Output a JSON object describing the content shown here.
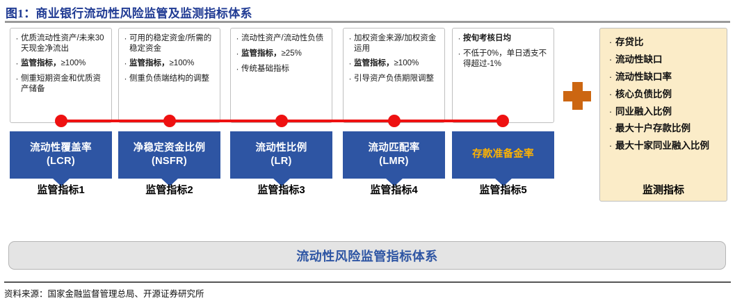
{
  "figure": {
    "title": "图1：商业银行流动性风险监管及监测指标体系",
    "source": "资料来源：国家金融监督管理总局、开源证券研究所"
  },
  "colors": {
    "title_navy": "#1F3A93",
    "metric_blue": "#2E55A3",
    "accent_yellow": "#FFB300",
    "connector_red": "#EE1111",
    "plus_orange": "#CC6611",
    "monitor_cream": "#FBECC8",
    "banner_gray": "#E4E4E4"
  },
  "columns": [
    {
      "label": "监管指标1",
      "metric_name": "流动性覆盖率",
      "metric_abbr": "(LCR)",
      "highlight": false,
      "bullets": [
        {
          "text": "优质流动性资产/未来30天现金净流出",
          "bold": false
        },
        {
          "text": "监管指标，≥100%",
          "bold": true,
          "bold_prefix": "监管指标，",
          "rest": "≥100%"
        },
        {
          "text": "侧重短期资金和优质资产储备",
          "bold": false
        }
      ]
    },
    {
      "label": "监管指标2",
      "metric_name": "净稳定资金比例",
      "metric_abbr": "(NSFR)",
      "highlight": false,
      "bullets": [
        {
          "text": "可用的稳定资金/所需的稳定资金",
          "bold": false
        },
        {
          "text": "监管指标，≥100%",
          "bold": true,
          "bold_prefix": "监管指标，",
          "rest": "≥100%"
        },
        {
          "text": "侧重负债端结构的调整",
          "bold": false
        }
      ]
    },
    {
      "label": "监管指标3",
      "metric_name": "流动性比例",
      "metric_abbr": "(LR)",
      "highlight": false,
      "bullets": [
        {
          "text": "流动性资产/流动性负债",
          "bold": false
        },
        {
          "text": "监管指标，≥25%",
          "bold": true,
          "bold_prefix": "监管指标，",
          "rest": "≥25%"
        },
        {
          "text": "传统基础指标",
          "bold": false
        }
      ]
    },
    {
      "label": "监管指标4",
      "metric_name": "流动匹配率",
      "metric_abbr": "(LMR)",
      "highlight": false,
      "bullets": [
        {
          "text": "加权资金来源/加权资金运用",
          "bold": false
        },
        {
          "text": "监管指标，≥100%",
          "bold": true,
          "bold_prefix": "监管指标，",
          "rest": "≥100%"
        },
        {
          "text": "引导资产负债期限调整",
          "bold": false
        }
      ]
    },
    {
      "label": "监管指标5",
      "metric_name": "存款准备金率",
      "metric_abbr": "",
      "highlight": true,
      "bullets": [
        {
          "text": "按旬考核日均",
          "bold": true,
          "bold_prefix": "按旬考核日均",
          "rest": ""
        },
        {
          "text": "不低于0%，单日透支不得超过-1%",
          "bold": false
        }
      ]
    }
  ],
  "monitor_panel": {
    "label": "监测指标",
    "items": [
      "存贷比",
      "流动性缺口",
      "流动性缺口率",
      "核心负债比例",
      "同业融入比例",
      "最大十户存款比例",
      "最大十家同业融入比例"
    ]
  },
  "plus_symbol": "+",
  "banner": {
    "text": "流动性风险监管指标体系"
  },
  "bullet_glyph": "·"
}
